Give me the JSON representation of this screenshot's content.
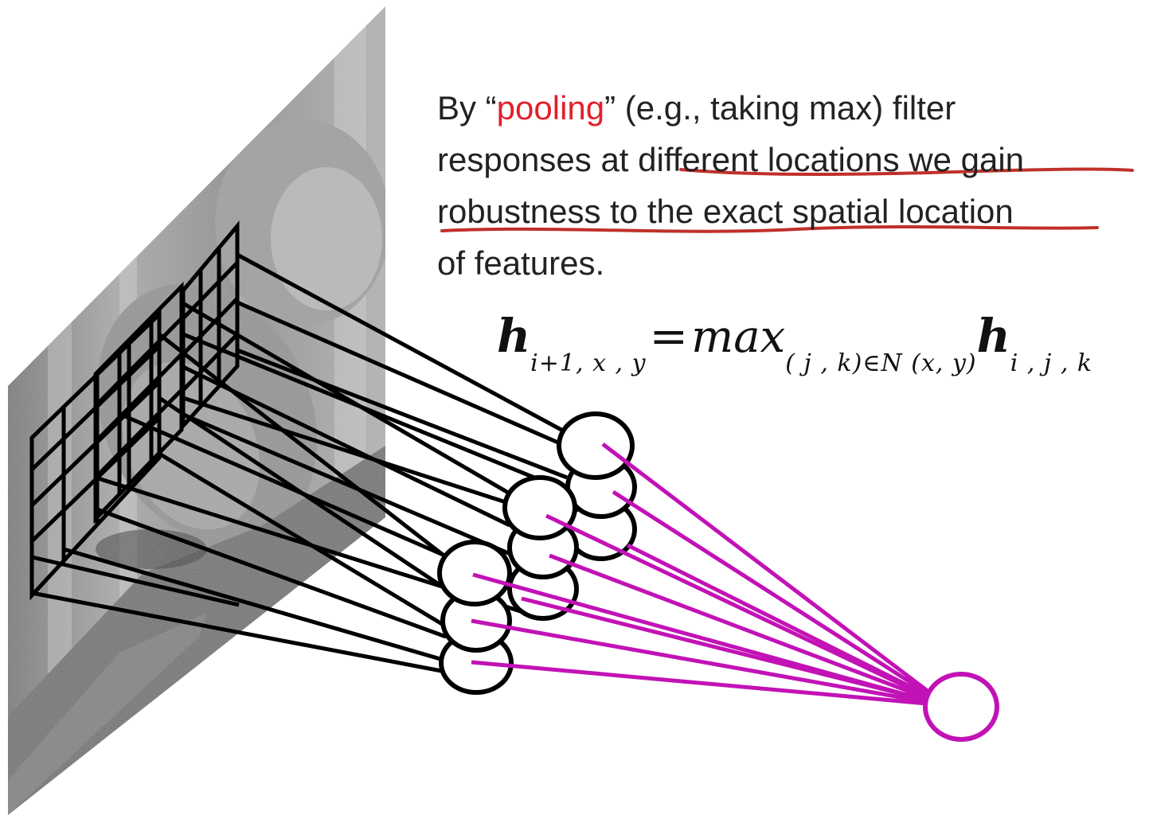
{
  "caption": {
    "line1_pre": "By “",
    "line1_highlight": "pooling",
    "line1_post": "” (e.g., taking max) filter",
    "line2_pre": "responses at ",
    "line2_underlined": "different locations we gain",
    "line3_underlined": "robustness to the exact spatial location",
    "line4": "of features."
  },
  "formula": {
    "lhs_symbol": "h",
    "lhs_subscript": "i+1, x , y",
    "equals": "=",
    "operator": "max",
    "operator_subscript": "( j , k)∈N (x, y)",
    "rhs_symbol": "h",
    "rhs_subscript": "i , j , k"
  },
  "colors": {
    "highlight": "#e3202a",
    "underline": "#c0302a",
    "pool_connections": "#c212b6",
    "network_lines": "#000000"
  },
  "image_description_icon": "grayscale-face-photo-plane"
}
